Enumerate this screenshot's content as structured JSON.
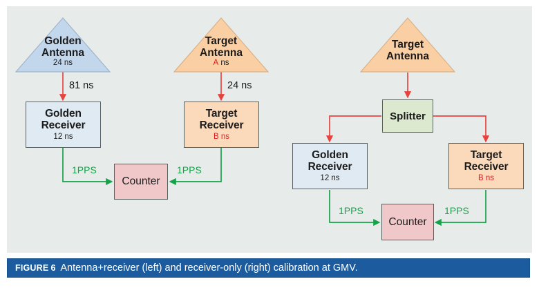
{
  "figure": {
    "caption_label": "FIGURE",
    "caption_number": "6",
    "caption_text": "Antenna+receiver (left) and receiver-only (right) calibration at GMV.",
    "background_color": "#e7ecea",
    "caption_bar_color": "#1c5c9e"
  },
  "colors": {
    "rf_line": "#e8423f",
    "pps_line": "#17a24a",
    "golden_fill": "#dfeaf3",
    "target_fill": "#fbd9bb",
    "counter_fill": "#f0c8c9",
    "splitter_fill": "#dce9cf",
    "red_text": "#e01b22"
  },
  "left_diagram": {
    "name": "Antenna+receiver calibration",
    "golden_antenna": {
      "title_line1": "Golden",
      "title_line2": "Antenna",
      "delay": "24 ns"
    },
    "golden_cable_delay": "81 ns",
    "golden_receiver": {
      "title_line1": "Golden",
      "title_line2": "Receiver",
      "delay": "12 ns"
    },
    "target_antenna": {
      "title_line1": "Target",
      "title_line2": "Antenna",
      "delay_value": "A",
      "delay_unit": "ns"
    },
    "target_cable_delay": "24 ns",
    "target_receiver": {
      "title_line1": "Target",
      "title_line2": "Receiver",
      "delay_value": "B",
      "delay_unit": "ns"
    },
    "counter": {
      "label": "Counter"
    },
    "pps_left_label": "1PPS",
    "pps_right_label": "1PPS"
  },
  "right_diagram": {
    "name": "Receiver-only calibration",
    "target_antenna": {
      "title_line1": "Target",
      "title_line2": "Antenna"
    },
    "splitter": {
      "label": "Splitter"
    },
    "golden_receiver": {
      "title_line1": "Golden",
      "title_line2": "Receiver",
      "delay": "12 ns"
    },
    "target_receiver": {
      "title_line1": "Target",
      "title_line2": "Receiver",
      "delay_value": "B",
      "delay_unit": "ns"
    },
    "counter": {
      "label": "Counter"
    },
    "pps_left_label": "1PPS",
    "pps_right_label": "1PPS"
  }
}
